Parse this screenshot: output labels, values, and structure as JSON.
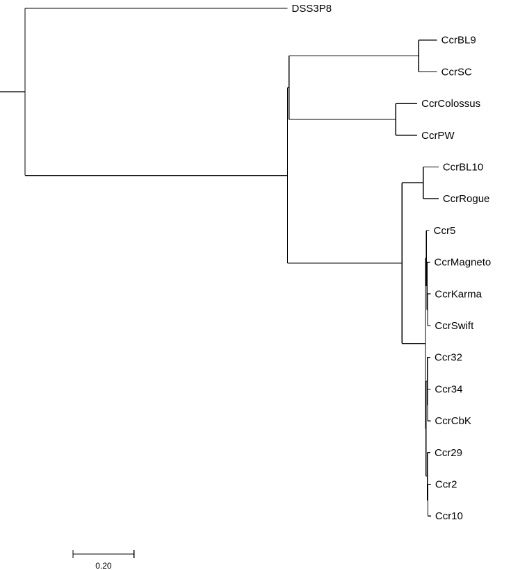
{
  "tree": {
    "name": "",
    "length": 0.0,
    "children": [
      {
        "name": "DSS3P8",
        "length": 0.86
      },
      {
        "name": "",
        "length": 0.86,
        "children": [
          {
            "name": "",
            "length": 0.005,
            "children": [
              {
                "name": "",
                "length": 0.425,
                "children": [
                  {
                    "name": "CcrBL9",
                    "length": 0.06
                  },
                  {
                    "name": "CcrSC",
                    "length": 0.06
                  }
                ]
              },
              {
                "name": "",
                "length": 0.35,
                "children": [
                  {
                    "name": "CcrColossus",
                    "length": 0.07
                  },
                  {
                    "name": "CcrPW",
                    "length": 0.07
                  }
                ]
              }
            ]
          },
          {
            "name": "",
            "length": 0.375,
            "children": [
              {
                "name": "",
                "length": 0.07,
                "children": [
                  {
                    "name": "CcrBL10",
                    "length": 0.05
                  },
                  {
                    "name": "CcrRogue",
                    "length": 0.05
                  }
                ]
              },
              {
                "name": "",
                "length": 0.077,
                "children": [
                  {
                    "name": "",
                    "length": 0.003,
                    "children": [
                      {
                        "name": "Ccr5",
                        "length": 0.01
                      },
                      {
                        "name": "",
                        "length": 0.002,
                        "children": [
                          {
                            "name": "CcrMagneto",
                            "length": 0.01
                          },
                          {
                            "name": "",
                            "length": 0.002,
                            "children": [
                              {
                                "name": "CcrKarma",
                                "length": 0.01
                              },
                              {
                                "name": "CcrSwift",
                                "length": 0.01
                              }
                            ]
                          }
                        ]
                      }
                    ]
                  },
                  {
                    "name": "",
                    "length": 0.002,
                    "children": [
                      {
                        "name": "",
                        "length": 0.004,
                        "children": [
                          {
                            "name": "Ccr32",
                            "length": 0.01
                          },
                          {
                            "name": "",
                            "length": 0.001,
                            "children": [
                              {
                                "name": "Ccr34",
                                "length": 0.01
                              },
                              {
                                "name": "CcrCbK",
                                "length": 0.01
                              }
                            ]
                          }
                        ]
                      },
                      {
                        "name": "",
                        "length": 0.004,
                        "children": [
                          {
                            "name": "Ccr29",
                            "length": 0.01
                          },
                          {
                            "name": "",
                            "length": 0.002,
                            "children": [
                              {
                                "name": "Ccr2",
                                "length": 0.01
                              },
                              {
                                "name": "Ccr10",
                                "length": 0.01
                              }
                            ]
                          }
                        ]
                      }
                    ]
                  }
                ]
              }
            ]
          }
        ]
      }
    ]
  },
  "scale_bar": {
    "length": 0.2,
    "label": "0.20"
  },
  "colors": {
    "branch": "#000000",
    "label": "#000000",
    "background": "#ffffff"
  }
}
